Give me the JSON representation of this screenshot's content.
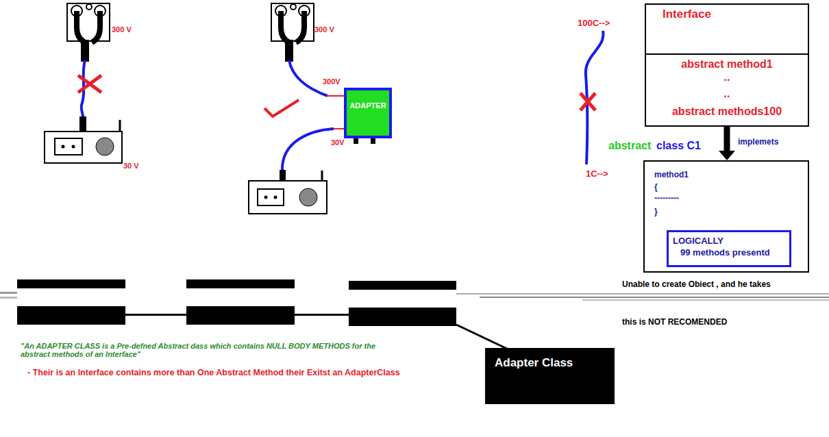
{
  "diagram": {
    "nodes": [
      {
        "text": [
          "Interface"
        ]
      },
      {
        "text": [
          "abstract method1",
          "..",
          "..",
          "abstract methods100"
        ],
        "in": 0
      },
      {
        "text": [
          "abstract",
          "class C1",
          "method1",
          "{",
          "---------",
          "}"
        ]
      },
      {
        "text": [
          "LOGICALLY",
          "99 methods presentd"
        ],
        "in": 2
      },
      {
        "text": [
          "ADAPTER"
        ]
      },
      {
        "text": [
          "Adapter Class"
        ]
      }
    ],
    "edges": [
      {
        "from": 1,
        "to": 2,
        "arrow": "to",
        "label": "implemets"
      }
    ],
    "labels": [
      "300 V",
      "30 V",
      "300 V",
      "300V",
      "30V",
      "100C-->",
      "1C-->",
      "Unable to create Obiect , and he takes",
      "this is NOT RECOMENDED",
      "\"An ADAPTER CLASS is a Pre-defned Abstract dass which contains NULL BODY METHODS for the abstract methods of an Interface\"",
      "- Their is an Interface contains more than One Abstract Method their Exitst an AdapterClass"
    ]
  }
}
